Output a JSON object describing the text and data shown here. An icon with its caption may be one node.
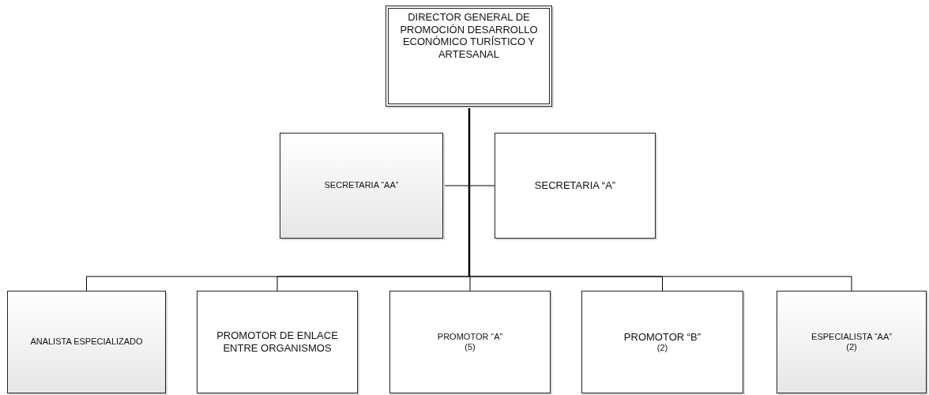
{
  "diagram": {
    "nodes": [
      {
        "text": [
          "DIRECTOR GENERAL DE PROMOCIÓN DESARROLLO ECONÓMICO TURÍSTICO Y ARTESANAL"
        ]
      },
      {
        "text": [
          "SECRETARIA “AA”"
        ]
      },
      {
        "text": [
          "SECRETARIA “A”"
        ]
      },
      {
        "text": [
          "ANALISTA ESPECIALIZADO"
        ]
      },
      {
        "text": [
          "PROMOTOR DE ENLACE ENTRE ORGANISMOS"
        ]
      },
      {
        "text": [
          "PROMOTOR “A”",
          "(5)"
        ]
      },
      {
        "text": [
          "PROMOTOR “B”",
          "(2)"
        ]
      },
      {
        "text": [
          "ESPECIALISTA “AA”",
          "(2)"
        ]
      }
    ],
    "edges": [
      {
        "from": 0,
        "to": 1,
        "arrow": "none"
      },
      {
        "from": 0,
        "to": 2,
        "arrow": "none"
      },
      {
        "from": 0,
        "to": 3,
        "arrow": "none"
      },
      {
        "from": 0,
        "to": 4,
        "arrow": "none"
      },
      {
        "from": 0,
        "to": 5,
        "arrow": "none"
      },
      {
        "from": 0,
        "to": 6,
        "arrow": "none"
      },
      {
        "from": 0,
        "to": 7,
        "arrow": "none"
      }
    ]
  }
}
